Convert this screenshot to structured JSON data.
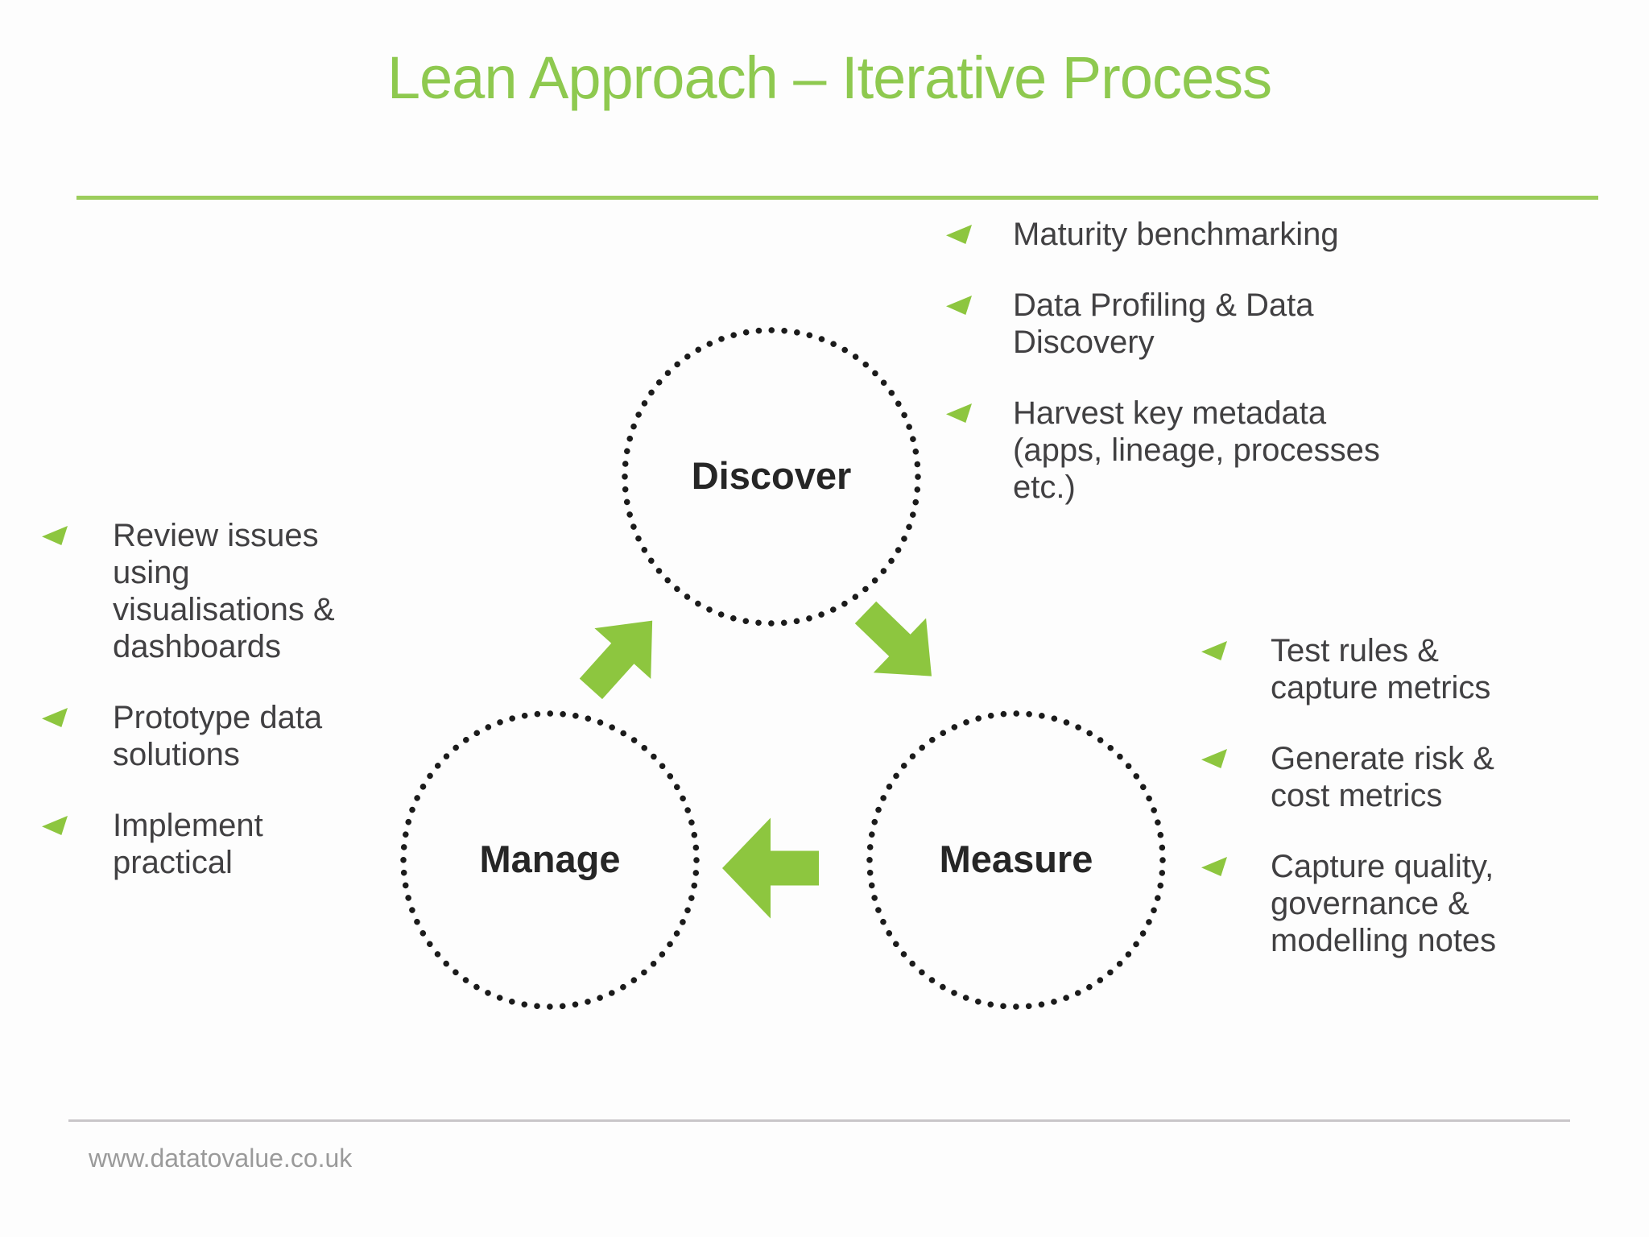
{
  "slide": {
    "title": "Lean Approach – Iterative Process",
    "footer": {
      "website": "www.datatovalue.co.uk"
    }
  },
  "colors": {
    "brand_green": "#8dc63f",
    "title_green": "#8ec94f",
    "rule_green": "#9ccd5c",
    "body_text": "#414042",
    "node_text": "#262626",
    "dot_black": "#1b1b1b",
    "footer_gray": "#9a9a9a",
    "footer_rule_gray": "#c9c6c9"
  },
  "diagram": {
    "type": "cycle",
    "nodes": [
      {
        "id": "discover",
        "label": "Discover"
      },
      {
        "id": "manage",
        "label": "Manage"
      },
      {
        "id": "measure",
        "label": "Measure"
      }
    ],
    "arrows": [
      {
        "from": "manage",
        "to": "discover",
        "direction": "up-right"
      },
      {
        "from": "discover",
        "to": "measure",
        "direction": "down-right"
      },
      {
        "from": "measure",
        "to": "manage",
        "direction": "left"
      }
    ]
  },
  "lists": {
    "discover_notes": {
      "items": [
        "Maturity benchmarking",
        "Data Profiling & Data Discovery",
        "Harvest key metadata (apps, lineage, processes etc.)"
      ]
    },
    "manage_notes": {
      "items": [
        "Review issues using visualisations & dashboards",
        "Prototype data solutions",
        "Implement practical"
      ]
    },
    "measure_notes": {
      "items": [
        "Test rules & capture metrics",
        "Generate risk & cost metrics",
        "Capture quality, governance & modelling notes"
      ]
    }
  }
}
